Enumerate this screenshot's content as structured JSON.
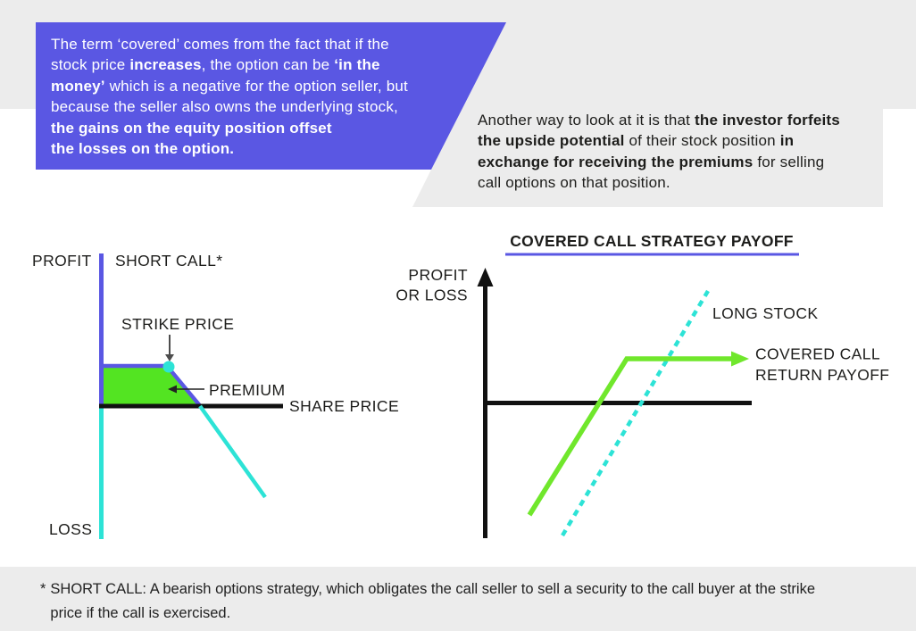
{
  "colors": {
    "purple": "#5a57e3",
    "cyan": "#2de3d6",
    "green_fill": "#53e422",
    "green_line": "#70e72c",
    "band_gray": "#ececec",
    "text_dark": "#1d1d1b"
  },
  "callout_purple": {
    "lines": [
      [
        [
          "The term ‘covered’ comes from the fact that if the",
          0
        ]
      ],
      [
        [
          "stock price ",
          0
        ],
        [
          "increases",
          1
        ],
        [
          ", the option can be ",
          0
        ],
        [
          "‘in the",
          1
        ]
      ],
      [
        [
          "money’",
          1
        ],
        [
          " which is a negative for the option seller, but",
          0
        ]
      ],
      [
        [
          "because the seller also owns the underlying stock,",
          0
        ]
      ],
      [
        [
          "the gains on the equity position offset",
          1
        ]
      ],
      [
        [
          "the losses on the option.",
          1
        ]
      ]
    ]
  },
  "callout_gray": {
    "lines": [
      [
        [
          "Another way to look at it is that ",
          0
        ],
        [
          "the investor forfeits",
          1
        ]
      ],
      [
        [
          "the upside potential",
          1
        ],
        [
          " of their stock position ",
          0
        ],
        [
          "in",
          1
        ]
      ],
      [
        [
          "exchange for receiving the premiums",
          1
        ],
        [
          " for selling",
          0
        ]
      ],
      [
        [
          "call options on that position.",
          0
        ]
      ]
    ]
  },
  "left_chart": {
    "title": "SHORT CALL*",
    "profit_label": "PROFIT",
    "loss_label": "LOSS",
    "strike_label": "STRIKE PRICE",
    "premium_label": "PREMIUM",
    "x_axis_label": "SHARE PRICE"
  },
  "right_chart": {
    "title": "COVERED CALL STRATEGY PAYOFF",
    "y_axis_label_line1": "PROFIT",
    "y_axis_label_line2": "OR LOSS",
    "long_stock_label": "LONG STOCK",
    "covered_call_label_line1": "COVERED CALL",
    "covered_call_label_line2": "RETURN PAYOFF"
  },
  "footnote": {
    "asterisk": "*",
    "line1": "SHORT CALL: A bearish options strategy, which obligates the call seller to sell a security to the call buyer at the strike",
    "line2": "price if the call is exercised."
  }
}
